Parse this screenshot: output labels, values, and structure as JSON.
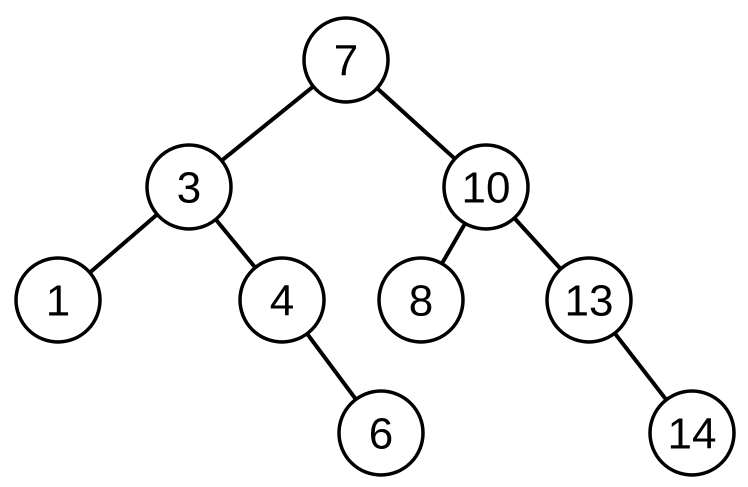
{
  "tree": {
    "nodes": [
      {
        "id": "n7",
        "label": "7"
      },
      {
        "id": "n3",
        "label": "3"
      },
      {
        "id": "n10",
        "label": "10"
      },
      {
        "id": "n1",
        "label": "1"
      },
      {
        "id": "n4",
        "label": "4"
      },
      {
        "id": "n8",
        "label": "8"
      },
      {
        "id": "n13",
        "label": "13"
      },
      {
        "id": "n6",
        "label": "6"
      },
      {
        "id": "n14",
        "label": "14"
      }
    ],
    "edges": [
      {
        "from": "n7",
        "to": "n3"
      },
      {
        "from": "n7",
        "to": "n10"
      },
      {
        "from": "n3",
        "to": "n1"
      },
      {
        "from": "n3",
        "to": "n4"
      },
      {
        "from": "n4",
        "to": "n6"
      },
      {
        "from": "n10",
        "to": "n8"
      },
      {
        "from": "n10",
        "to": "n13"
      },
      {
        "from": "n13",
        "to": "n14"
      }
    ]
  }
}
